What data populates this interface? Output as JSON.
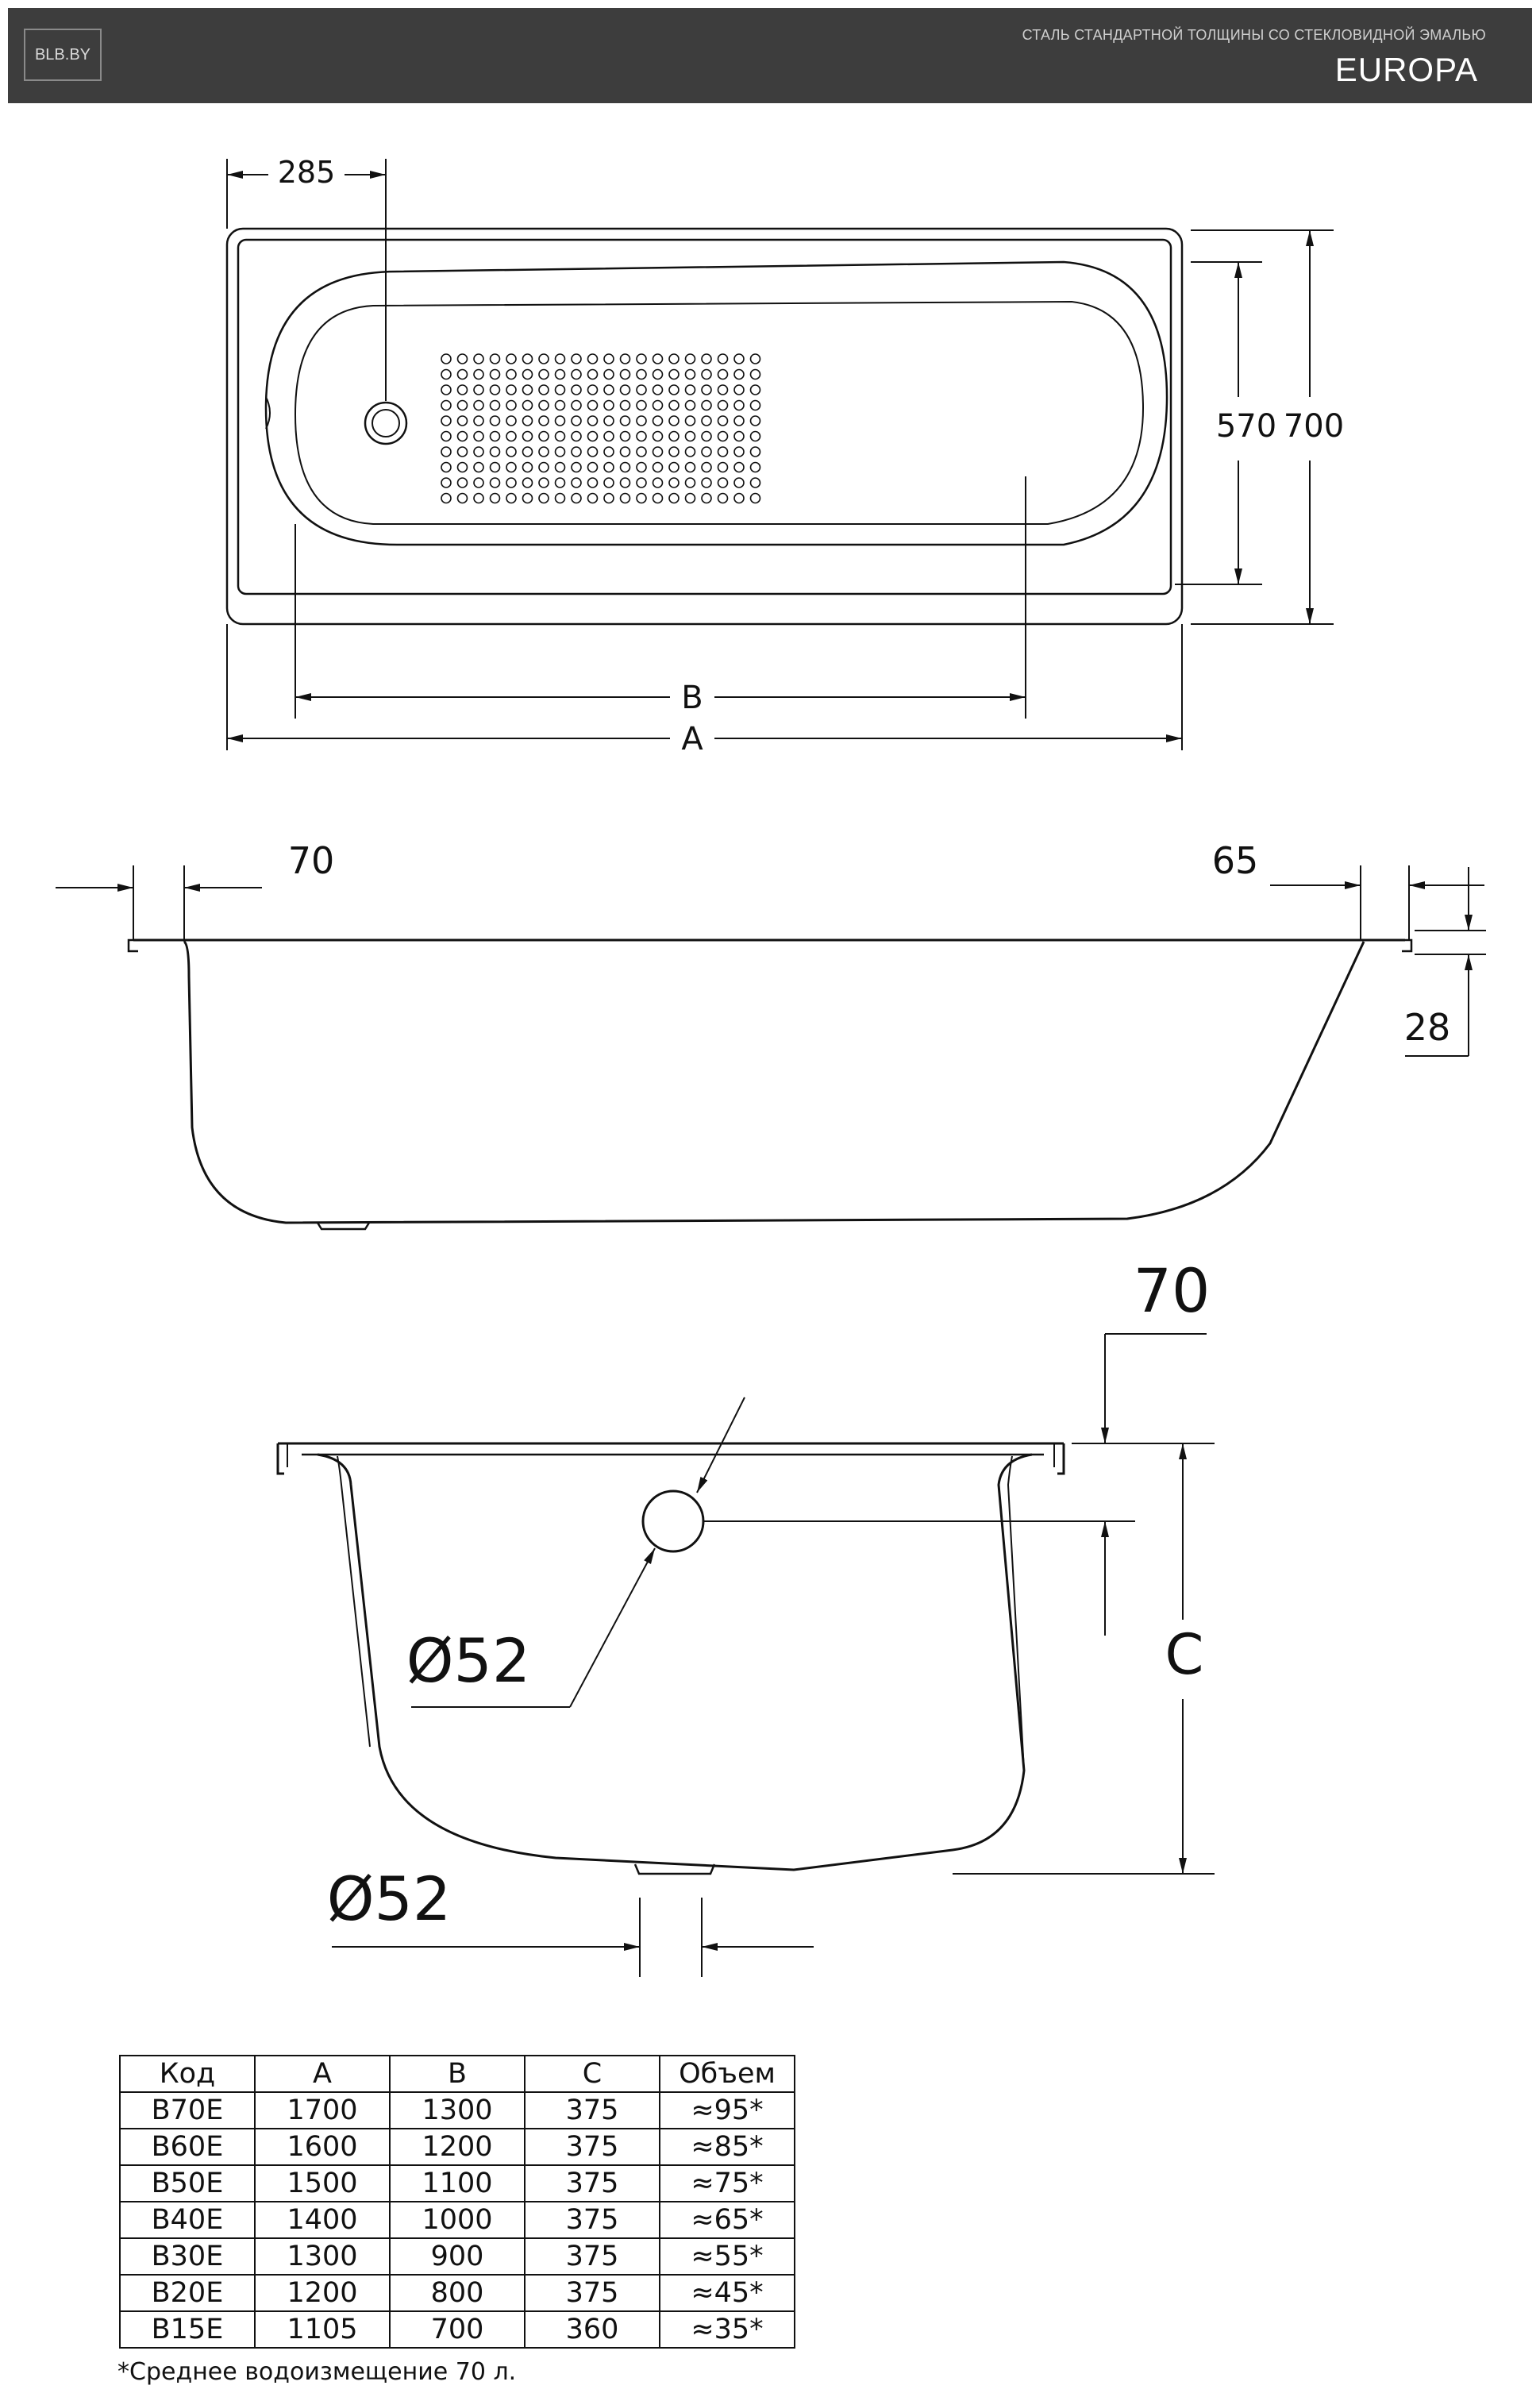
{
  "header": {
    "brand": "BLB.BY",
    "subtitle": "СТАЛЬ СТАНДАРТНОЙ ТОЛЩИНЫ СО СТЕКЛОВИДНОЙ ЭМАЛЬЮ",
    "title": "EUROPA"
  },
  "top_view": {
    "dim_285": "285",
    "dim_570": "570",
    "dim_700": "700",
    "dim_b": "B",
    "dim_a": "A"
  },
  "side_view": {
    "dim_70": "70",
    "dim_65": "65",
    "dim_28": "28"
  },
  "section_view": {
    "dim_70": "70",
    "dim_c": "C",
    "dim_overflow": "Ø52",
    "dim_drain": "Ø52"
  },
  "table": {
    "headers": [
      "Код",
      "A",
      "B",
      "C",
      "Объем"
    ],
    "rows": [
      [
        "B70E",
        "1700",
        "1300",
        "375",
        "≈95*"
      ],
      [
        "B60E",
        "1600",
        "1200",
        "375",
        "≈85*"
      ],
      [
        "B50E",
        "1500",
        "1100",
        "375",
        "≈75*"
      ],
      [
        "B40E",
        "1400",
        "1000",
        "375",
        "≈65*"
      ],
      [
        "B30E",
        "1300",
        "900",
        "375",
        "≈55*"
      ],
      [
        "B20E",
        "1200",
        "800",
        "375",
        "≈45*"
      ],
      [
        "B15E",
        "1105",
        "700",
        "360",
        "≈35*"
      ]
    ]
  },
  "footnote": "*Среднее водоизмещение 70 л.",
  "colors": {
    "header_bg": "#3d3d3d",
    "line": "#111111"
  }
}
